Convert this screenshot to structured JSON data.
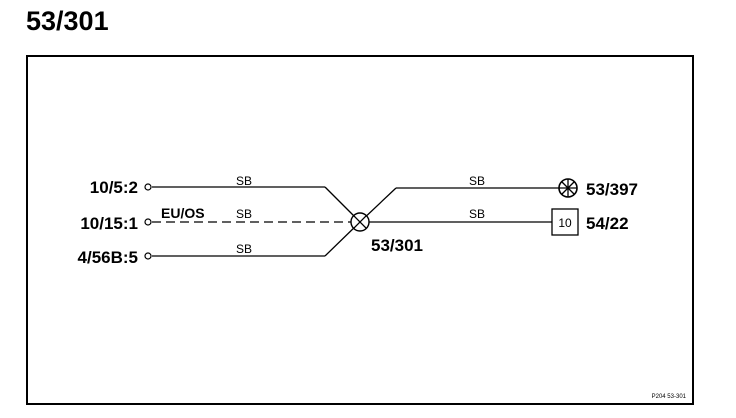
{
  "page": {
    "title": "53/301"
  },
  "diagram": {
    "left_terminals": [
      "10/5:2",
      "10/15:1",
      "4/56B:5"
    ],
    "splice": "53/301",
    "eu_label": "EU/OS",
    "wire_colors": {
      "left_top": "SB",
      "left_mid": "SB",
      "left_bottom": "SB",
      "right_top": "SB",
      "right_mid": "SB"
    },
    "right_top_target": "53/397",
    "right_mid_target": "54/22",
    "right_mid_box": "10",
    "figure_code": "P204  53-301"
  }
}
